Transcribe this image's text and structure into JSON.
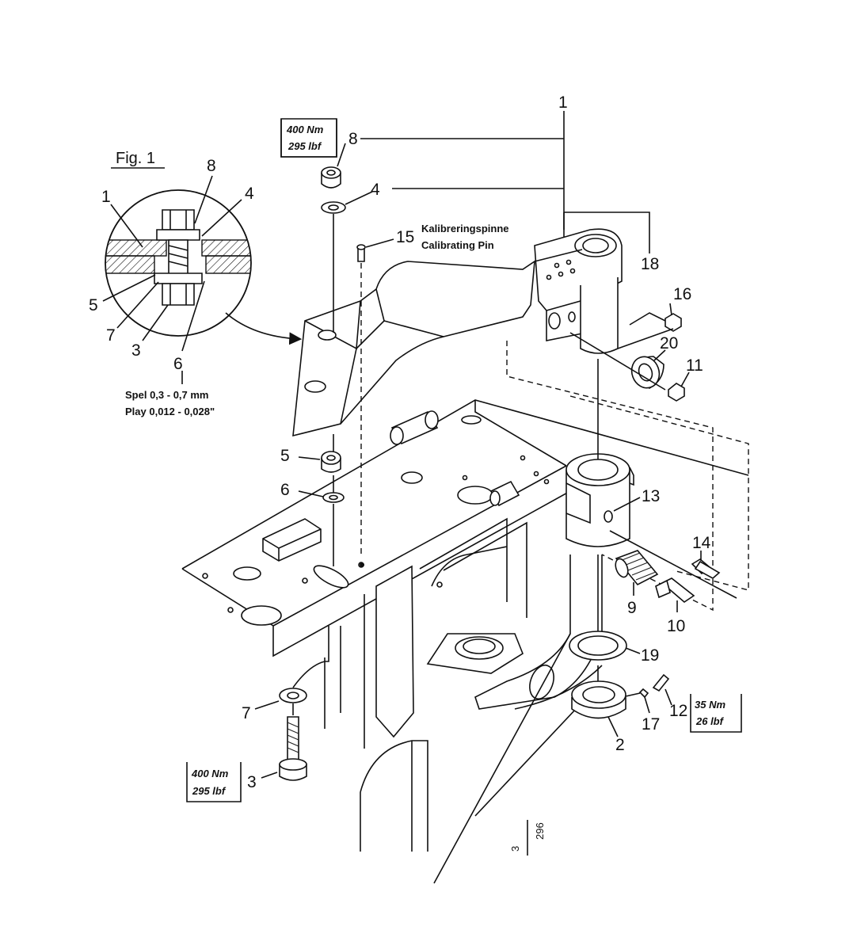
{
  "figure": {
    "title": "Fig. 1"
  },
  "callouts": {
    "c1_top": "1",
    "c8_top": "8",
    "c4_top": "4",
    "c15": "15",
    "c18": "18",
    "c16": "16",
    "c20": "20",
    "c11": "11",
    "c5_main": "5",
    "c6_main": "6",
    "c13": "13",
    "c14": "14",
    "c9": "9",
    "c10": "10",
    "c19": "19",
    "c12": "12",
    "c17": "17",
    "c2": "2",
    "c7_main": "7",
    "c3_main": "3",
    "d8": "8",
    "d4": "4",
    "d1": "1",
    "d5": "5",
    "d7": "7",
    "d3": "3",
    "d6": "6"
  },
  "calibrating_pin": {
    "line1": "Kalibreringspinne",
    "line2": "Calibrating Pin"
  },
  "play_note": {
    "line1": "Spel 0,3 - 0,7 mm",
    "line2": "Play 0,012 - 0,028\""
  },
  "torque_top": {
    "nm": "400 Nm",
    "lbf": "295 lbf"
  },
  "torque_bottom": {
    "nm": "400 Nm",
    "lbf": "295 lbf"
  },
  "torque_right": {
    "nm": "35 Nm",
    "lbf": "26 lbf"
  },
  "drawing_ref": {
    "num": "3",
    "den": "296"
  }
}
